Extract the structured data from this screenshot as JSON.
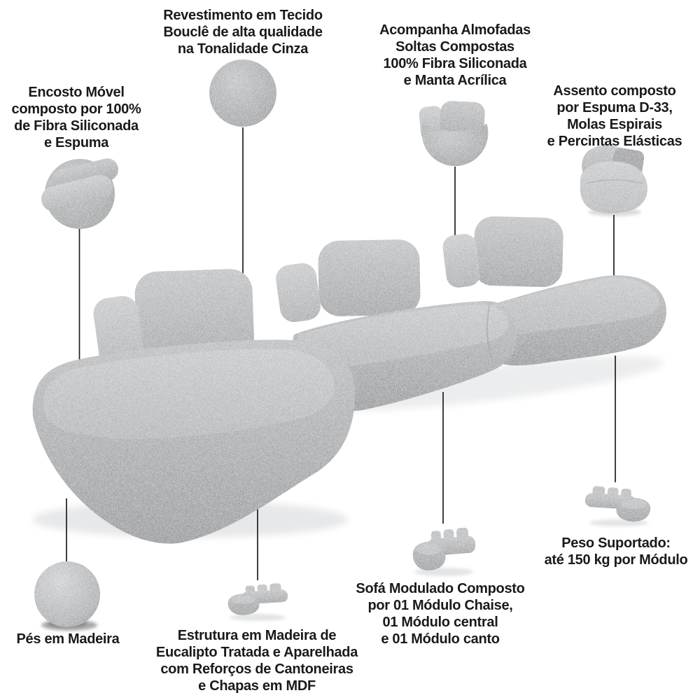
{
  "product": {
    "kind": "modular-sofa-feature-infographic",
    "fabric": "Tecido Bouclê",
    "fabric_tone": "Cinza",
    "colors": {
      "background": "#ffffff",
      "text": "#1a1a1a",
      "callout_line": "#1f1f1f",
      "fabric_base": "#aeb0b2",
      "fabric_light": "#cfd1d3",
      "fabric_dark": "#8f9193",
      "floor_shadow": "#e4e5e6"
    }
  },
  "callouts": {
    "revestimento": {
      "label": "Revestimento em Tecido\nBouclê de alta qualidade\nna Tonalidade Cinza",
      "figure": "fabric-swatch-circle"
    },
    "encosto": {
      "label": "Encosto Móvel\ncomposto por 100%\nde Fibra Siliconada\ne Espuma",
      "figure": "backrest-bolsters-detail-circle"
    },
    "almofadas": {
      "label": "Acompanha Almofadas\nSoltas Compostas\n100% Fibra Siliconada\ne Manta Acrílica",
      "figure": "loose-cushions-detail-circle"
    },
    "assento": {
      "label": "Assento composto\npor Espuma D-33,\nMolas Espirais\ne Percintas Elásticas",
      "figure": "seat-corner-module-detail"
    },
    "pes": {
      "label": "Pés em Madeira",
      "figure": "round-foot-detail-circle"
    },
    "estrutura": {
      "label": "Estrutura em Madeira de\nEucalipto Tratada e Aparelhada\ncom Reforços de Cantoneiras\ne Chapas em MDF",
      "figure": "mini-sofa-icon"
    },
    "modulos": {
      "label": "Sofá Modulado Composto\npor 01 Módulo Chaise,\n01 Módulo central\ne 01 Módulo canto",
      "figure": "mini-sofa-icon"
    },
    "peso": {
      "label": "Peso Suportado:\naté 150 kg por Módulo",
      "figure": "mini-sofa-icon-mirrored"
    }
  }
}
